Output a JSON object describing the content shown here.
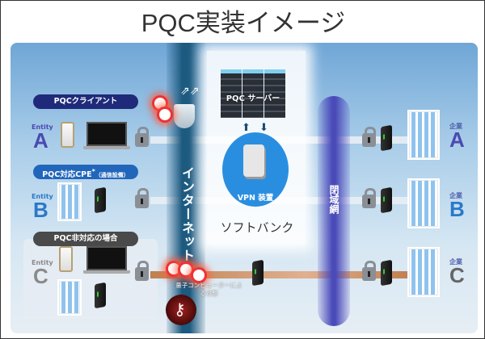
{
  "title": "PQC実装イメージ",
  "internet_label": "インターネット",
  "closed_network_label": "閉域網",
  "softbank": {
    "label": "ソフトバンク",
    "server_label": "PQC サーバー",
    "vpn_label": "VPN 装置"
  },
  "entities": [
    {
      "pill": "PQCクライアント",
      "entity_word": "Entity",
      "letter": "A",
      "pill_color": "#1f2a7a",
      "letter_color": "#4a4ab0"
    },
    {
      "pill": "PQC対応CPE",
      "pill_sup": "*",
      "pill_note": "（通信設備）",
      "entity_word": "Entity",
      "letter": "B",
      "pill_color": "#2266bb",
      "letter_color": "#2a78c8"
    },
    {
      "pill": "PQC非対応の場合",
      "entity_word": "Entity",
      "letter": "C",
      "pill_color": "#4a4a4a",
      "letter_color": "#8a8a8a"
    }
  ],
  "attack_label": "量子コンピューターによる攻撃",
  "corporations": [
    {
      "word": "企業",
      "letter": "A",
      "color": "#4a4ab0"
    },
    {
      "word": "企業",
      "letter": "B",
      "color": "#2a78c8"
    },
    {
      "word": "企業",
      "letter": "C",
      "color": "#666666"
    }
  ]
}
